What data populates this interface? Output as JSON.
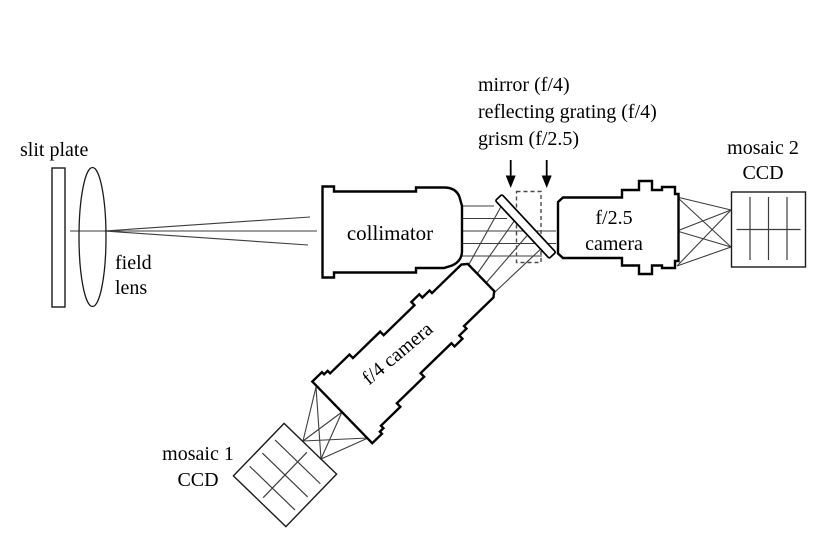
{
  "diagram": {
    "labels": {
      "slit_plate": "slit plate",
      "field_lens_line1": "field",
      "field_lens_line2": "lens",
      "collimator": "collimator",
      "optic_option1": "mirror (f/4)",
      "optic_option2": "reflecting grating (f/4)",
      "optic_option3": "grism (f/2.5)",
      "f25_camera_line1": "f/2.5",
      "f25_camera_line2": "camera",
      "f4_camera": "f/4 camera",
      "mosaic2_line1": "mosaic 2",
      "mosaic2_line2": "CCD",
      "mosaic1_line1": "mosaic 1",
      "mosaic1_line2": "CCD"
    },
    "icons": {
      "pointer1": "down-arrow-icon",
      "pointer2": "down-arrow-icon"
    },
    "colors": {
      "background": "#ffffff",
      "ink": "#000000",
      "ray": "#3d3d3d",
      "thin_outline": "#1b1b1b",
      "dashed_outline": "#4a4a4a"
    }
  }
}
